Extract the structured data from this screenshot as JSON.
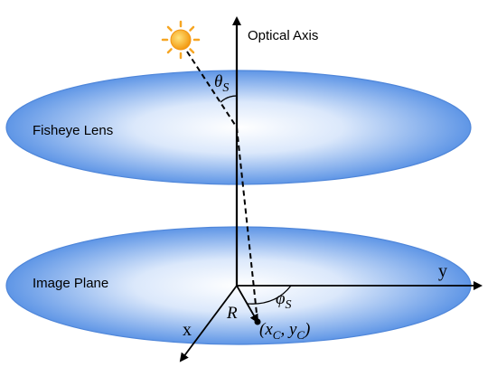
{
  "diagram": {
    "optical_axis_label": "Optical Axis",
    "fisheye_lens_label": "Fisheye Lens",
    "image_plane_label": "Image Plane",
    "zenith_angle_label": "θ",
    "zenith_angle_subscript": "S",
    "azimuth_angle_label": "φ",
    "azimuth_angle_subscript": "S",
    "radius_label": "R",
    "x_axis_label": "x",
    "y_axis_label": "y",
    "point_label_open": "(x",
    "point_label_sub1": "C",
    "point_label_mid": ", y",
    "point_label_sub2": "C",
    "point_label_close": ")",
    "colors": {
      "ellipse_edge": "#4f86d9",
      "ellipse_center": "#ffffff",
      "ellipse_fill": "#5f96e6",
      "sun": "#f6a623",
      "sun_core": "#ffc93c",
      "line": "#000000"
    }
  }
}
